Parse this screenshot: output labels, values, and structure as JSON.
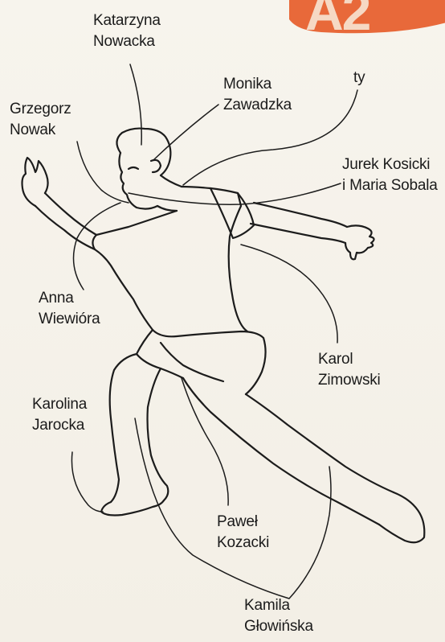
{
  "logo": {
    "text": "A2",
    "color": "#e8693a"
  },
  "labels": {
    "katarzyna": {
      "line1": "Katarzyna",
      "line2": "Nowacka"
    },
    "monika": {
      "line1": "Monika",
      "line2": "Zawadzka"
    },
    "ty": {
      "line1": "ty"
    },
    "grzegorz": {
      "line1": "Grzegorz",
      "line2": "Nowak"
    },
    "jurek": {
      "line1": "Jurek Kosicki",
      "line2": "i Maria Sobala"
    },
    "anna": {
      "line1": "Anna",
      "line2": "Wiewióra"
    },
    "karol": {
      "line1": "Karol",
      "line2": "Zimowski"
    },
    "karolina": {
      "line1": "Karolina",
      "line2": "Jarocka"
    },
    "pawel": {
      "line1": "Paweł",
      "line2": "Kozacki"
    },
    "kamila": {
      "line1": "Kamila",
      "line2": "Głowińska"
    }
  }
}
